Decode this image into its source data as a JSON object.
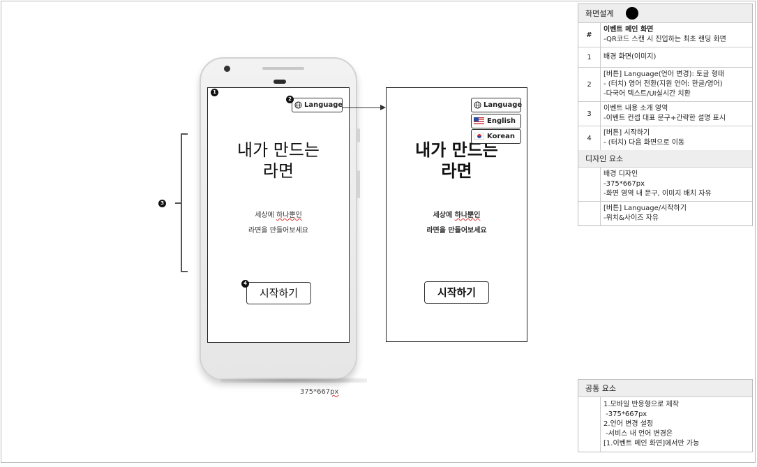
{
  "screen_a": {
    "title_line1": "내가 만드는",
    "title_line2": "라면",
    "sub_line1_a": "세상에 ",
    "sub_line1_b": "하나뿐인",
    "sub_line2": "라면을 만들어보세요",
    "start_label": "시작하기",
    "language_label": "Language"
  },
  "screen_b": {
    "title_line1": "내가 만드는",
    "title_line2": "라면",
    "sub_line1_a": "세상에 ",
    "sub_line1_b": "하나뿐인",
    "sub_line2": "라면을 만들어보세요",
    "start_label": "시작하기",
    "language_label": "Language",
    "options": [
      "English",
      "Korean"
    ]
  },
  "markers": [
    "1",
    "2",
    "3",
    "4"
  ],
  "dimension_label_a": "375*667",
  "dimension_label_b": "px",
  "spec": {
    "header": "화면설계",
    "hash": "#",
    "title": "이벤트 메인 화면",
    "title_desc": "-QR코드 스캔 시 진입하는 최초 랜딩 화면",
    "rows": [
      {
        "num": "1",
        "lines": [
          "배경 화면(이미지)"
        ]
      },
      {
        "num": "2",
        "lines": [
          "[버튼] Language(언어 변경): 토글 형태",
          "- (터치) 영어 전환(지원 언어: 한글/영어)",
          "-다국어 텍스트/UI실시간 치환"
        ]
      },
      {
        "num": "3",
        "lines": [
          "이벤트 내용 소개 영역",
          "-이벤트 컨셉 대표 문구+간략한 설명 표시"
        ]
      },
      {
        "num": "4",
        "lines": [
          "[버튼] 시작하기",
          "- (터치) 다음 화면으로 이동"
        ]
      }
    ],
    "design_header": "디자인 요소",
    "design_rows": [
      {
        "lines": [
          "배경 디자인",
          "-375*667px",
          "-화면 영역 내 문구, 이미지 배치 자유"
        ]
      },
      {
        "lines": [
          "[버튼] Language/시작하기",
          "-위치&사이즈 자유"
        ]
      }
    ]
  },
  "common": {
    "header": "공통 요소",
    "lines": [
      "1.모바일 반응형으로 제작",
      " -375*667px",
      "2.언어 변경 설정",
      " -서비스 내 언어 변경은",
      "[1.이벤트 메인 화면]에서만 가능"
    ]
  }
}
